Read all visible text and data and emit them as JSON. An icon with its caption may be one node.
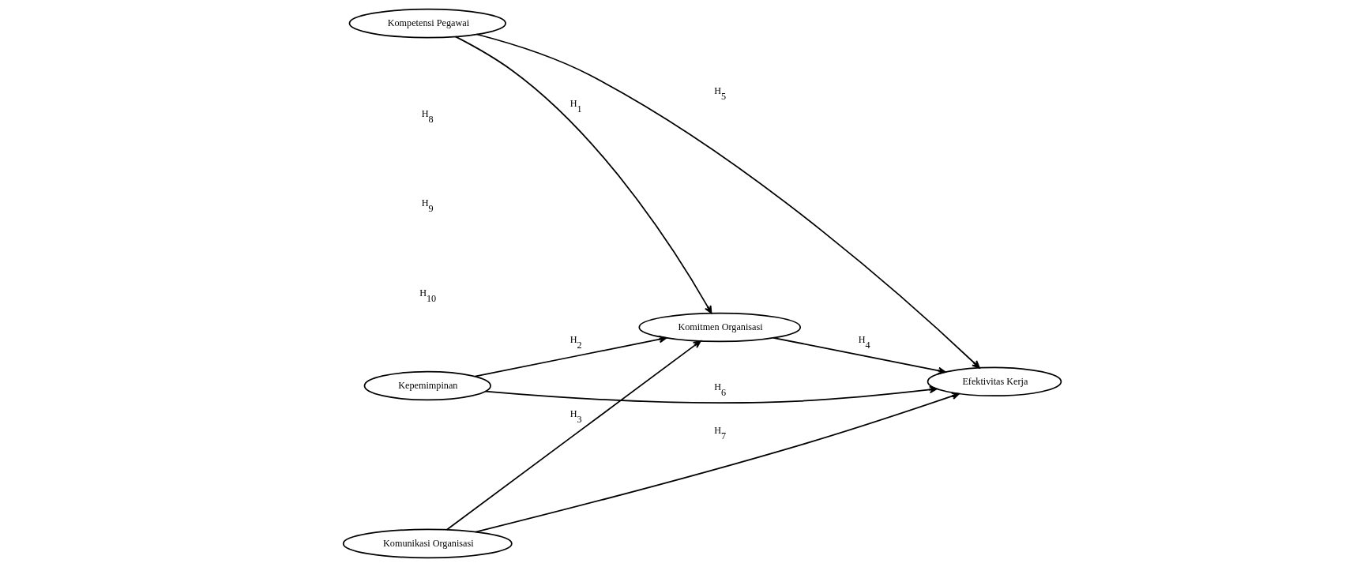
{
  "diagram": {
    "nodes": [
      {
        "text": [
          "Kompetensi Pegawai"
        ]
      },
      {
        "text": [
          "Kepemimpinan"
        ]
      },
      {
        "text": [
          "Komunikasi Organisasi"
        ]
      },
      {
        "text": [
          "Komitmen Organisasi"
        ]
      },
      {
        "text": [
          "Efektivitas Kerja"
        ]
      }
    ],
    "edges": [
      {
        "from": 0,
        "to": 3,
        "arrow": "to",
        "label": "H$_{1}$"
      },
      {
        "from": 1,
        "to": 3,
        "arrow": "to",
        "label": "H$_{2}$"
      },
      {
        "from": 2,
        "to": 3,
        "arrow": "to",
        "label": "H$_{3}$"
      },
      {
        "from": 3,
        "to": 4,
        "arrow": "to",
        "label": "H$_{4}$"
      },
      {
        "from": 0,
        "to": 4,
        "arrow": "to",
        "label": "H$_{5}$"
      },
      {
        "from": 1,
        "to": 4,
        "arrow": "to",
        "label": "H$_{6}$"
      },
      {
        "from": 2,
        "to": 4,
        "arrow": "to",
        "label": "H$_{7}$"
      }
    ],
    "labels": [
      "H$_{8}$",
      "H$_{9}$",
      "H$_{10}$"
    ]
  }
}
